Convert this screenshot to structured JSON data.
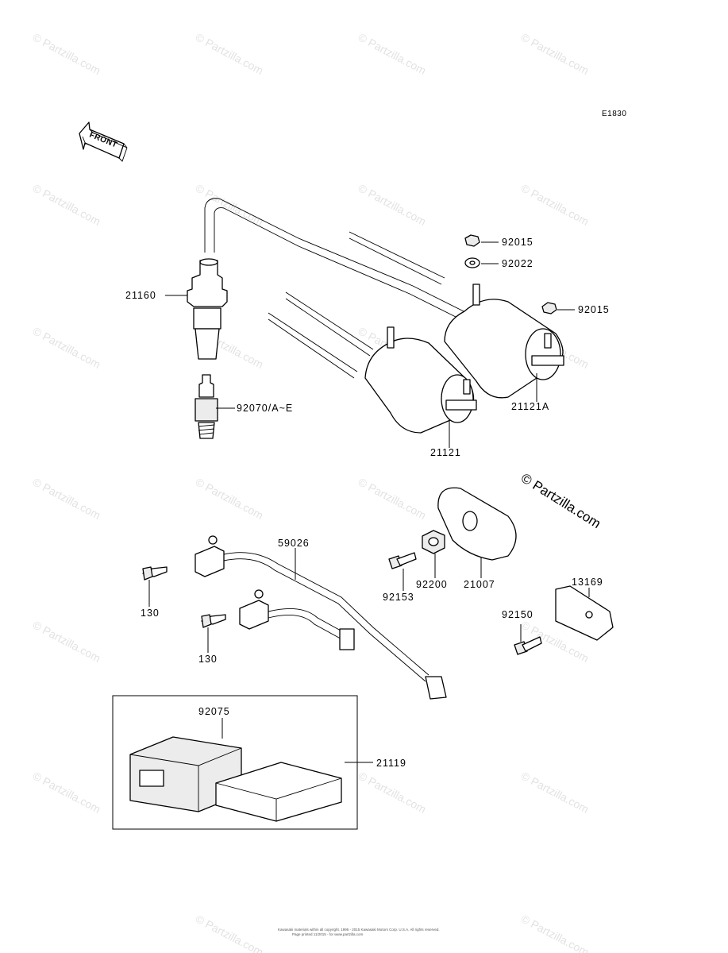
{
  "diagram_code": "E1830",
  "front_label": "FRONT",
  "watermark_text": "© Partzilla.com",
  "copyright_line1": "Kawasaki materials within all copyright. 1995 - 2015 Kawasaki Motors Corp. U.S.A. All rights reserved.",
  "copyright_line2": "Page printed 11/2015 - for www.partzilla.com",
  "parts": {
    "p92015_top": "92015",
    "p92022": "92022",
    "p92015_right": "92015",
    "p21160": "21160",
    "p92070": "92070/A~E",
    "p21121A": "21121A",
    "p21121": "21121",
    "p59026": "59026",
    "p92153": "92153",
    "p92200": "92200",
    "p21007": "21007",
    "p13169": "13169",
    "p92150": "92150",
    "p130_a": "130",
    "p130_b": "130",
    "p92075": "92075",
    "p21119": "21119"
  },
  "colors": {
    "line": "#000000",
    "watermark": "#bfbfbf",
    "background": "#ffffff"
  }
}
